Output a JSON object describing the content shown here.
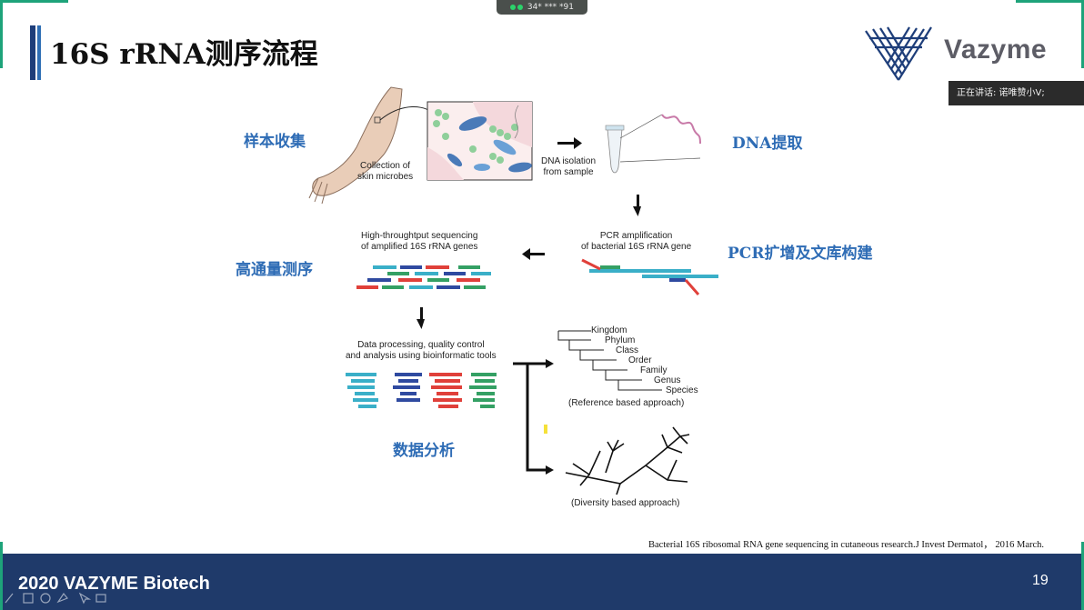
{
  "meeting": {
    "caller": "34* *** *91"
  },
  "slide": {
    "title": "16S rRNA测序流程",
    "brand": "Vazyme",
    "speaking": "正在讲话: 诺唯赞小V;",
    "steps_cn": {
      "sample": "样本收集",
      "dna": "DNA提取",
      "pcr": "PCR扩增及文库构建",
      "seq": "高通量测序",
      "analysis": "数据分析"
    },
    "captions": {
      "collection_1": "Collection of",
      "collection_2": "skin microbes",
      "dna_iso_1": "DNA isolation",
      "dna_iso_2": "from sample",
      "pcr_1": "PCR amplification",
      "pcr_2": "of bacterial 16S rRNA gene",
      "hts_1": "High-throughtput sequencing",
      "hts_2": "of amplified 16S rRNA genes",
      "dp_1": "Data processing, quality control",
      "dp_2": "and analysis using bioinformatic tools",
      "ref_approach": "(Reference based approach)",
      "div_approach": "(Diversity based approach)"
    },
    "taxonomy": [
      "Kingdom",
      "Phylum",
      "Class",
      "Order",
      "Family",
      "Genus",
      "Species"
    ],
    "reference": "Bacterial 16S ribosomal RNA gene sequencing in cutaneous research.J Invest Dermatol， 2016 March.",
    "footer": "2020  VAZYME Biotech",
    "page": "19"
  },
  "colors": {
    "footer": "#1f3a6a",
    "accent_green": "#1ea37a",
    "label_blue": "#2e6cb5"
  }
}
